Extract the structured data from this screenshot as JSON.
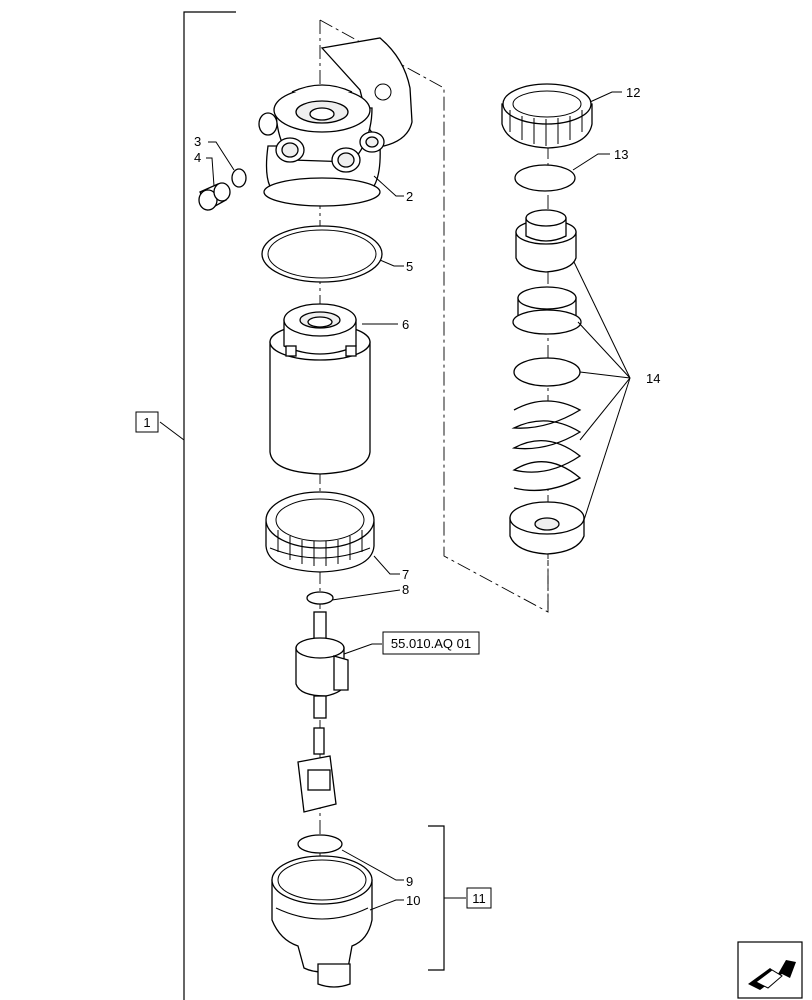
{
  "diagram": {
    "callouts": {
      "c1": "1",
      "c2": "2",
      "c3": "3",
      "c4": "4",
      "c5": "5",
      "c6": "6",
      "c7": "7",
      "c8": "8",
      "c9": "9",
      "c10": "10",
      "c11": "11",
      "c12": "12",
      "c13": "13",
      "c14": "14"
    },
    "reference": "55.010.AQ 01",
    "nav_icon": "next-page-arrow-icon"
  }
}
